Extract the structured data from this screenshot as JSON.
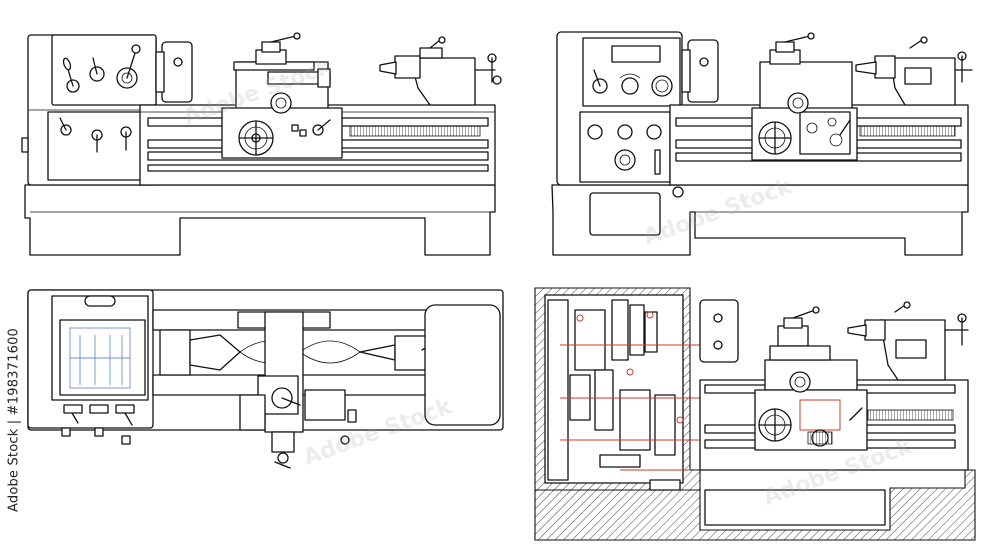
{
  "image": {
    "subject": "Lathe technical line drawings",
    "views": [
      "front-view",
      "front-view-variant",
      "top-view",
      "cutaway-section-view"
    ],
    "colors": {
      "line": "#111111",
      "background": "#ffffff",
      "section_accent": "#d23a2a",
      "inner_part": "#6a8fd0"
    }
  },
  "side_label": "Adobe Stock | #198371600",
  "watermark_text": "Adobe Stock"
}
